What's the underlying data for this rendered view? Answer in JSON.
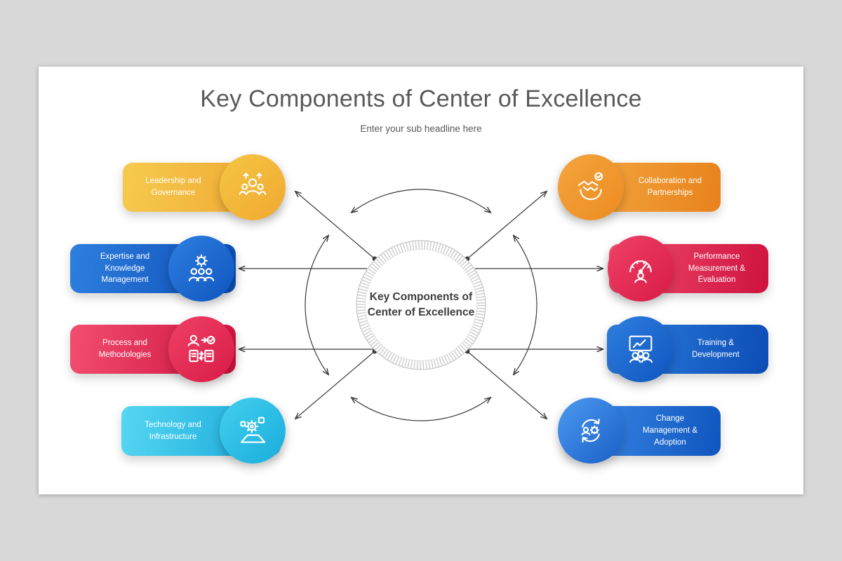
{
  "slide": {
    "title": "Key Components of Center of Excellence",
    "subtitle": "Enter your sub headline here",
    "center_label": "Key Components of Center of Excellence"
  },
  "colors": {
    "yellow": "#F2B32C",
    "blue": "#1A63CE",
    "red": "#E22E56",
    "cyan": "#2BC3E8",
    "orange": "#F0962C",
    "royal_blue": "#2F7DDD",
    "title_text": "#595959",
    "connector_line": "#3A3A3A",
    "label_text": "#FFFFFF",
    "slide_background": "#FFFFFF",
    "page_background": "#D8D8D8"
  },
  "items": [
    {
      "label": "Leadership and Governance",
      "icon": "leadership-people-arrows-icon",
      "color": "yellow",
      "side": "left"
    },
    {
      "label": "Expertise and Knowledge Management",
      "icon": "gear-people-icon",
      "color": "blue",
      "side": "left"
    },
    {
      "label": "Process and Methodologies",
      "icon": "person-workflow-check-icon",
      "color": "red",
      "side": "left"
    },
    {
      "label": "Technology and Infrastructure",
      "icon": "gears-platform-icon",
      "color": "cyan",
      "side": "left"
    },
    {
      "label": "Collaboration and Partnerships",
      "icon": "handshake-check-icon",
      "color": "orange",
      "side": "right"
    },
    {
      "label": "Performance Measurement & Evaluation",
      "icon": "gauge-person-icon",
      "color": "red",
      "side": "right"
    },
    {
      "label": "Training & Development",
      "icon": "presentation-chart-people-icon",
      "color": "blue",
      "side": "right"
    },
    {
      "label": "Change Management & Adoption",
      "icon": "cycle-arrows-gear-icon",
      "color": "royal_blue",
      "side": "right"
    }
  ]
}
